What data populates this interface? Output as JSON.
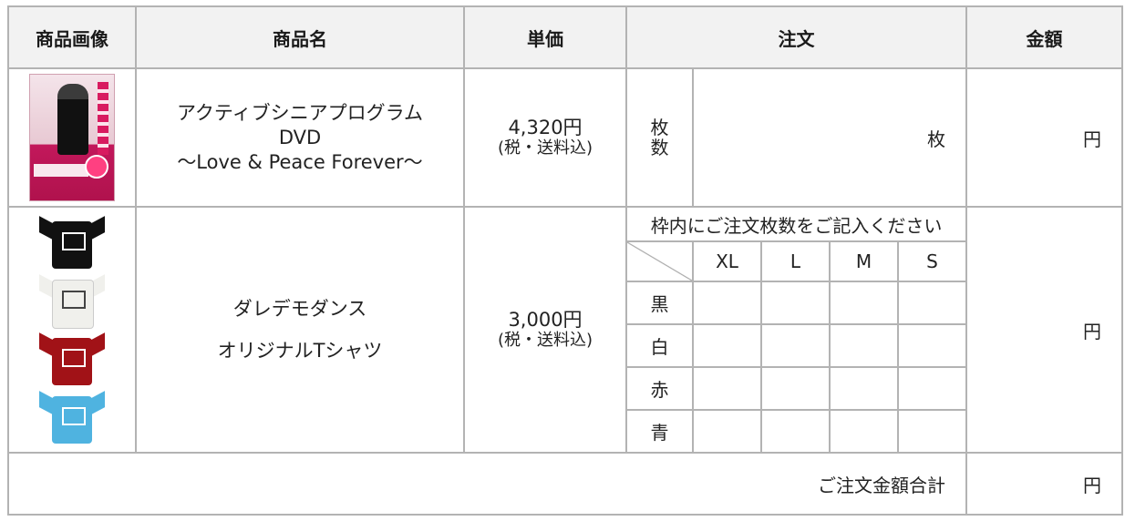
{
  "headers": {
    "image": "商品画像",
    "name": "商品名",
    "price": "単価",
    "order": "注文",
    "amount": "金額"
  },
  "dvd": {
    "name_line1": "アクティブシニアプログラム",
    "name_line2": "DVD",
    "name_line3": "～Love & Peace Forever～",
    "price": "4,320円",
    "tax_note": "(税・送料込)",
    "qty_label_1": "枚",
    "qty_label_2": "数",
    "qty_unit": "枚",
    "yen": "円"
  },
  "tshirt": {
    "name_line1": "ダレデモダンス",
    "name_line2": "オリジナルTシャツ",
    "price": "3,000円",
    "tax_note": "(税・送料込)",
    "instruction": "枠内にご注文枚数をご記入ください",
    "sizes": [
      "XL",
      "L",
      "M",
      "S"
    ],
    "colors": [
      "黒",
      "白",
      "赤",
      "青"
    ],
    "shirt_colors": [
      "#111111",
      "#f0f0ec",
      "#a11217",
      "#4fb3e0"
    ],
    "yen": "円"
  },
  "total": {
    "label": "ご注文金額合計",
    "yen": "円"
  }
}
